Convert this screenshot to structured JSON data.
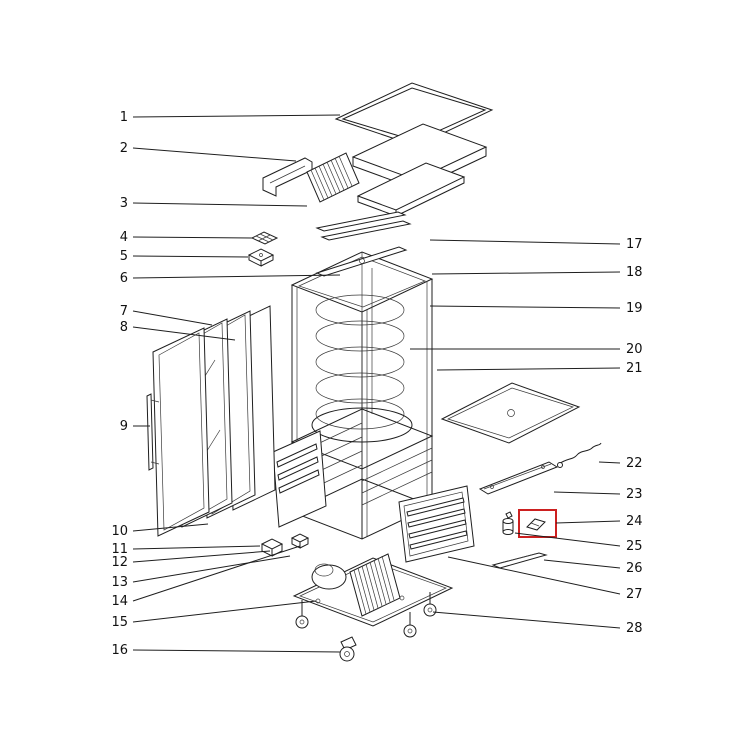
{
  "diagram": {
    "description": "Exploded parts diagram of upright refrigerated display cabinet",
    "background_color": "#ffffff",
    "line_color": "#1f1f1f",
    "highlight_color": "#cc2020",
    "highlighted_part": "24",
    "part_labels": [
      "1",
      "2",
      "3",
      "4",
      "5",
      "6",
      "7",
      "8",
      "9",
      "10",
      "11",
      "12",
      "13",
      "14",
      "15",
      "16",
      "17",
      "18",
      "19",
      "20",
      "21",
      "22",
      "23",
      "24",
      "25",
      "26",
      "27",
      "28"
    ]
  }
}
